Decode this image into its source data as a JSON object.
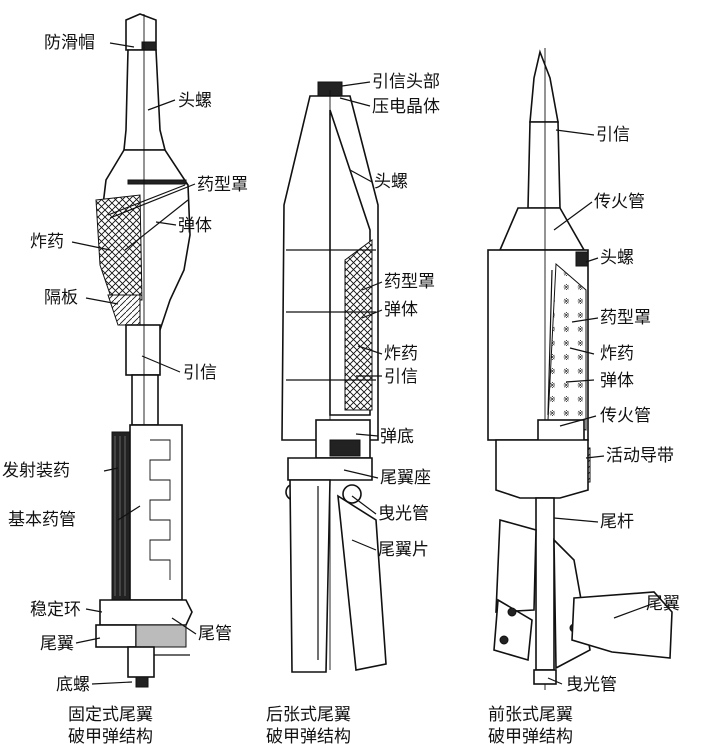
{
  "rounds": [
    {
      "caption_line1": "固定式尾翼",
      "caption_line2": "破甲弹结构",
      "labels": {
        "anti_slip_cap": "防滑帽",
        "nose_screw": "头螺",
        "liner": "药型罩",
        "body": "弹体",
        "explosive": "炸药",
        "partition": "隔板",
        "fuze": "引信",
        "propellant": "发射装药",
        "base_charge_tube": "基本药管",
        "stabilizer_ring": "稳定环",
        "fin": "尾翼",
        "tail_tube": "尾管",
        "base_screw": "底螺"
      }
    },
    {
      "caption_line1": "后张式尾翼",
      "caption_line2": "破甲弹结构",
      "labels": {
        "fuze_head": "引信头部",
        "piezo_crystal": "压电晶体",
        "nose_screw": "头螺",
        "liner": "药型罩",
        "body": "弹体",
        "explosive": "炸药",
        "fuze": "引信",
        "base": "弹底",
        "fin_seat": "尾翼座",
        "tracer": "曳光管",
        "fin_blade": "尾翼片"
      }
    },
    {
      "caption_line1": "前张式尾翼",
      "caption_line2": "破甲弹结构",
      "labels": {
        "fuze": "引信",
        "flash_tube_top": "传火管",
        "nose_screw": "头螺",
        "liner": "药型罩",
        "explosive": "炸药",
        "body": "弹体",
        "flash_tube_bottom": "传火管",
        "rotating_band": "活动导带",
        "tail_rod": "尾杆",
        "fin": "尾翼",
        "tracer": "曳光管"
      }
    }
  ]
}
